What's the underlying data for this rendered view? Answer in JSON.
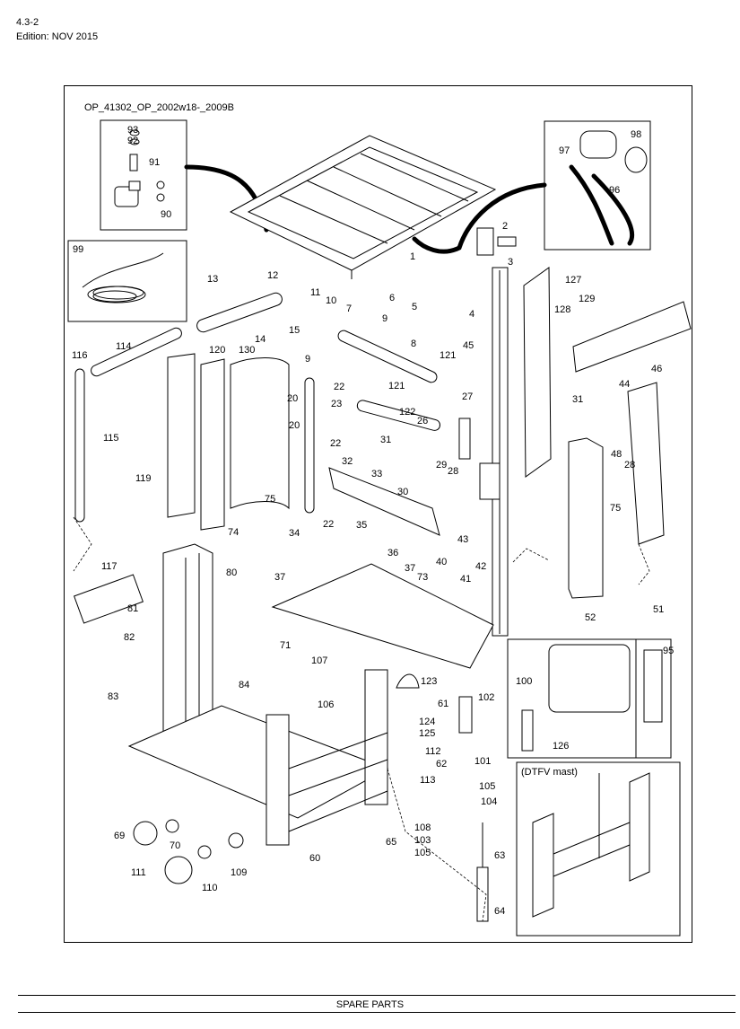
{
  "header": {
    "page_ref": "4.3-2",
    "edition": "Edition: NOV 2015"
  },
  "drawing": {
    "code": "OP_41302_OP_2002w18-_2009B",
    "dtfv_label": "(DTFV mast)",
    "callouts": [
      {
        "id": "c93",
        "label": "93"
      },
      {
        "id": "c92",
        "label": "92"
      },
      {
        "id": "c91",
        "label": "91"
      },
      {
        "id": "c90",
        "label": "90"
      },
      {
        "id": "c98",
        "label": "98"
      },
      {
        "id": "c97",
        "label": "97"
      },
      {
        "id": "c96",
        "label": "96"
      },
      {
        "id": "c99",
        "label": "99"
      },
      {
        "id": "c1",
        "label": "1"
      },
      {
        "id": "c2",
        "label": "2"
      },
      {
        "id": "c3",
        "label": "3"
      },
      {
        "id": "c4",
        "label": "4"
      },
      {
        "id": "c5",
        "label": "5"
      },
      {
        "id": "c6",
        "label": "6"
      },
      {
        "id": "c7",
        "label": "7"
      },
      {
        "id": "c8",
        "label": "8"
      },
      {
        "id": "c9a",
        "label": "9"
      },
      {
        "id": "c9b",
        "label": "9"
      },
      {
        "id": "c10",
        "label": "10"
      },
      {
        "id": "c11",
        "label": "11"
      },
      {
        "id": "c12",
        "label": "12"
      },
      {
        "id": "c13",
        "label": "13"
      },
      {
        "id": "c14",
        "label": "14"
      },
      {
        "id": "c15",
        "label": "15"
      },
      {
        "id": "c130",
        "label": "130"
      },
      {
        "id": "c127",
        "label": "127"
      },
      {
        "id": "c129",
        "label": "129"
      },
      {
        "id": "c128",
        "label": "128"
      },
      {
        "id": "c45",
        "label": "45"
      },
      {
        "id": "c121a",
        "label": "121"
      },
      {
        "id": "c121b",
        "label": "121"
      },
      {
        "id": "c114",
        "label": "114"
      },
      {
        "id": "c116",
        "label": "116"
      },
      {
        "id": "c120",
        "label": "120"
      },
      {
        "id": "c115",
        "label": "115"
      },
      {
        "id": "c119",
        "label": "119"
      },
      {
        "id": "c20a",
        "label": "20"
      },
      {
        "id": "c20b",
        "label": "20"
      },
      {
        "id": "c22a",
        "label": "22"
      },
      {
        "id": "c22b",
        "label": "22"
      },
      {
        "id": "c22c",
        "label": "22"
      },
      {
        "id": "c23",
        "label": "23"
      },
      {
        "id": "c122",
        "label": "122"
      },
      {
        "id": "c26",
        "label": "26"
      },
      {
        "id": "c27",
        "label": "27"
      },
      {
        "id": "c44",
        "label": "44"
      },
      {
        "id": "c46",
        "label": "46"
      },
      {
        "id": "c31a",
        "label": "31"
      },
      {
        "id": "c31b",
        "label": "31"
      },
      {
        "id": "c48",
        "label": "48"
      },
      {
        "id": "c28a",
        "label": "28"
      },
      {
        "id": "c28b",
        "label": "28"
      },
      {
        "id": "c29",
        "label": "29"
      },
      {
        "id": "c33",
        "label": "33"
      },
      {
        "id": "c30",
        "label": "30"
      },
      {
        "id": "c32",
        "label": "32"
      },
      {
        "id": "c74",
        "label": "74"
      },
      {
        "id": "c75a",
        "label": "75"
      },
      {
        "id": "c75b",
        "label": "75"
      },
      {
        "id": "c34",
        "label": "34"
      },
      {
        "id": "c35",
        "label": "35"
      },
      {
        "id": "c36",
        "label": "36"
      },
      {
        "id": "c37a",
        "label": "37"
      },
      {
        "id": "c37b",
        "label": "37"
      },
      {
        "id": "c43",
        "label": "43"
      },
      {
        "id": "c40",
        "label": "40"
      },
      {
        "id": "c41",
        "label": "41"
      },
      {
        "id": "c42",
        "label": "42"
      },
      {
        "id": "c73",
        "label": "73"
      },
      {
        "id": "c117",
        "label": "117"
      },
      {
        "id": "c80",
        "label": "80"
      },
      {
        "id": "c81",
        "label": "81"
      },
      {
        "id": "c82",
        "label": "82"
      },
      {
        "id": "c83",
        "label": "83"
      },
      {
        "id": "c84",
        "label": "84"
      },
      {
        "id": "c71",
        "label": "71"
      },
      {
        "id": "c107",
        "label": "107"
      },
      {
        "id": "c106",
        "label": "106"
      },
      {
        "id": "c123",
        "label": "123"
      },
      {
        "id": "c52",
        "label": "52"
      },
      {
        "id": "c51",
        "label": "51"
      },
      {
        "id": "c100",
        "label": "100"
      },
      {
        "id": "c95",
        "label": "95"
      },
      {
        "id": "c126",
        "label": "126"
      },
      {
        "id": "c61",
        "label": "61"
      },
      {
        "id": "c102",
        "label": "102"
      },
      {
        "id": "c124",
        "label": "124"
      },
      {
        "id": "c125",
        "label": "125"
      },
      {
        "id": "c112",
        "label": "112"
      },
      {
        "id": "c62",
        "label": "62"
      },
      {
        "id": "c101",
        "label": "101"
      },
      {
        "id": "c113",
        "label": "113"
      },
      {
        "id": "c105a",
        "label": "105"
      },
      {
        "id": "c104",
        "label": "104"
      },
      {
        "id": "c69",
        "label": "69"
      },
      {
        "id": "c70",
        "label": "70"
      },
      {
        "id": "c65",
        "label": "65"
      },
      {
        "id": "c60",
        "label": "60"
      },
      {
        "id": "c108",
        "label": "108"
      },
      {
        "id": "c103",
        "label": "103"
      },
      {
        "id": "c105b",
        "label": "105"
      },
      {
        "id": "c63",
        "label": "63"
      },
      {
        "id": "c111",
        "label": "111"
      },
      {
        "id": "c110",
        "label": "110"
      },
      {
        "id": "c109",
        "label": "109"
      },
      {
        "id": "c64",
        "label": "64"
      }
    ]
  },
  "footer": {
    "title": "SPARE PARTS"
  }
}
